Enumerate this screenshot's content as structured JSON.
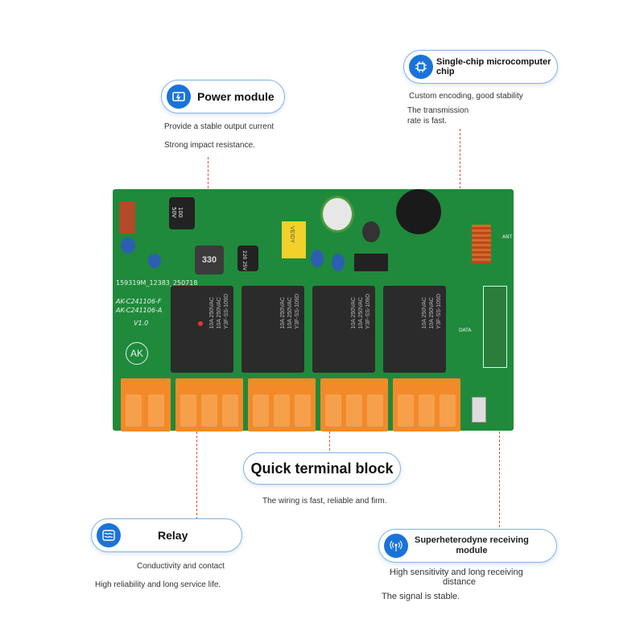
{
  "power": {
    "title": "Power module",
    "line1": "Provide a stable output current",
    "line2": "Strong impact resistance."
  },
  "mcu": {
    "title": "Single-chip microcomputer chip",
    "line1": "Custom encoding, good stability",
    "line2a": "The transmission",
    "line2b": "rate is fast."
  },
  "terminal": {
    "title": "Quick terminal block",
    "line1": "The wiring is fast, reliable and firm."
  },
  "relay": {
    "title": "Relay",
    "line1": "Conductivity and contact",
    "line2": "High reliability and long service life."
  },
  "receiver": {
    "title_a": "Superheterodyne receiving",
    "title_b": "module",
    "line1a": "High sensitivity and long receiving",
    "line1b": "distance",
    "line2": "The signal is stable."
  },
  "board": {
    "serial": "159319M_12383_250718",
    "model1": "AK-C241106-F",
    "model2": "AK-C241106-A",
    "version": "V1.0",
    "logo": "AK",
    "relay_text": [
      "10A 250VAC",
      "10A 250VAC",
      "Y3F-SS-109D"
    ],
    "inductor": "330",
    "capacitor": "100 50V",
    "cap2": "220 25V",
    "yellow_cap": "VEIDY",
    "ant": "ANT",
    "data": "DATA"
  },
  "colors": {
    "accent": "#1a73d9",
    "board": "#1f8a3b",
    "terminal": "#f28a2a",
    "leader": "#dd4444"
  }
}
